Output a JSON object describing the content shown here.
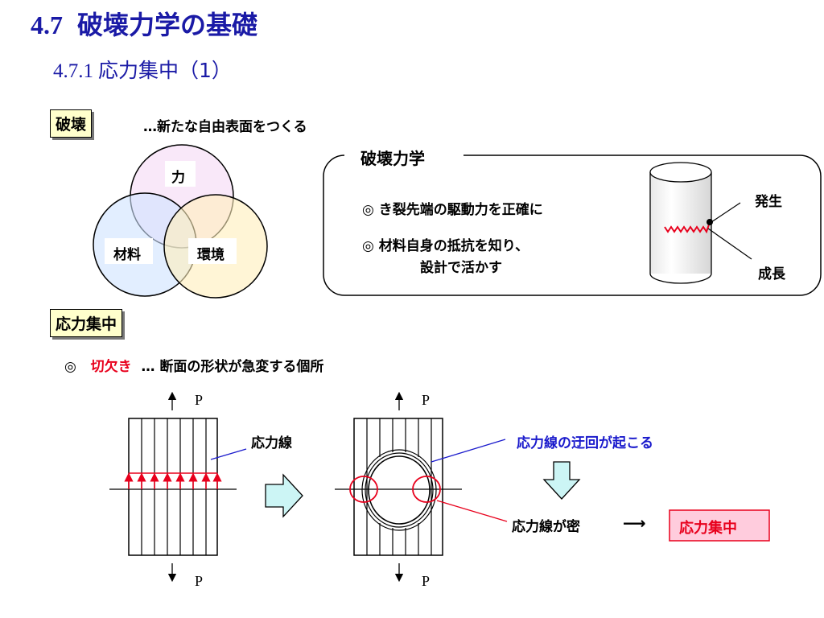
{
  "title": {
    "number": "4.7",
    "text": "破壊力学の基礎"
  },
  "subtitle": {
    "number": "4.7.1",
    "text": "応力集中（1）"
  },
  "fracture": {
    "label": "破壊",
    "description": "…新たな自由表面をつくる",
    "venn": {
      "top": "力",
      "left": "材料",
      "right": "環境"
    }
  },
  "fracture_mechanics": {
    "heading": "破壊力学",
    "bullet1": "◎ き裂先端の駆動力を正確に",
    "bullet2_line1": "◎ 材料自身の抵抗を知り、",
    "bullet2_line2": "設計で活かす",
    "cylinder_labels": {
      "initiation": "発生",
      "growth": "成長"
    }
  },
  "stress_concentration": {
    "label": "応力集中",
    "bullet_mark": "◎",
    "notch_term": "切欠き",
    "notch_desc": "…  断面の形状が急変する個所",
    "load_label": "P",
    "stress_line_label": "応力線",
    "detour_text": "応力線の迂回が起こる",
    "dense_text": "応力線が密",
    "arrow_glyph": "⟶",
    "result_label": "応力集中"
  },
  "colors": {
    "title_blue": "#1a1aa6",
    "highlight_red": "#e8001c",
    "label_yellow": "#ffffcc",
    "arrow_fill": "#ccf5f5",
    "result_pink": "#ffccdd"
  }
}
